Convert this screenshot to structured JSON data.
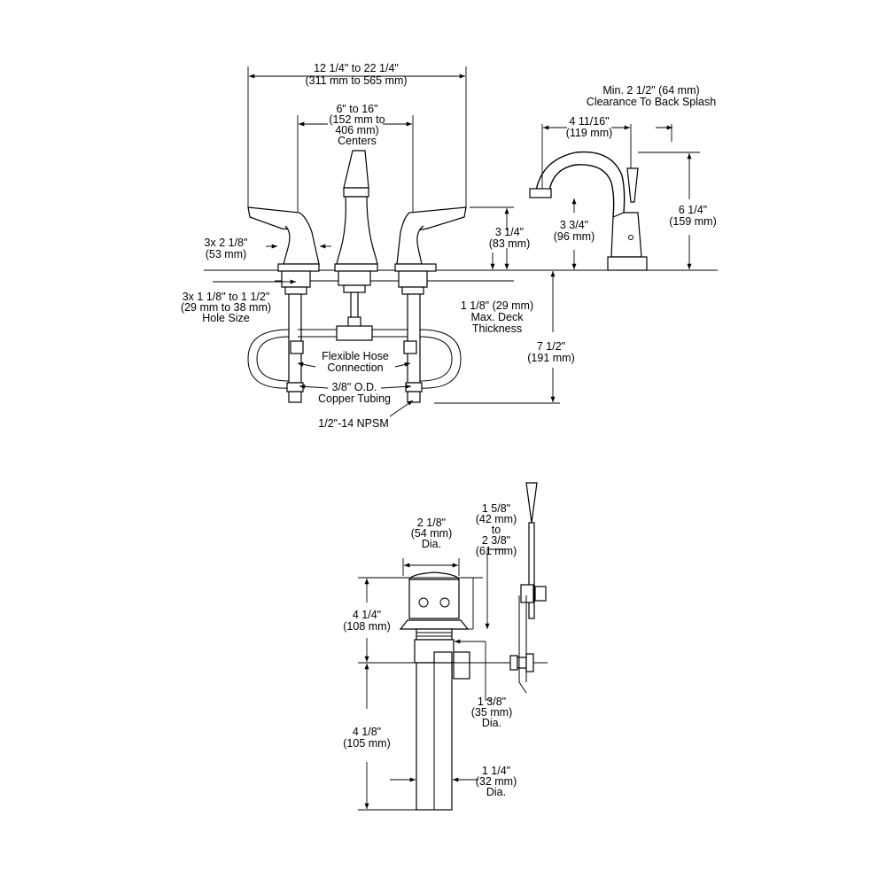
{
  "top_view": {
    "overall_width": [
      "12 1/4\" to 22 1/4\"",
      "(311 mm to 565 mm)"
    ],
    "centers": [
      "6\" to 16\"",
      "(152 mm to",
      "406 mm)",
      "Centers"
    ],
    "clearance": [
      "Min. 2 1/2\" (64 mm)",
      "Clearance To Back Splash"
    ],
    "reach": [
      "4 11/16\"",
      "(119 mm)"
    ],
    "handle_height": [
      "3 1/4\"",
      "(83 mm)"
    ],
    "spout_clearance": [
      "3 3/4\"",
      "(96 mm)"
    ],
    "spout_height": [
      "6 1/4\"",
      "(159 mm)"
    ],
    "escutcheon": [
      "3x 2 1/8\"",
      "(53 mm)"
    ],
    "hole_size": [
      "3x 1 1/8\" to 1 1/2\"",
      "(29 mm to 38 mm)",
      "Hole Size"
    ],
    "deck_thickness": [
      "1 1/8\" (29 mm)",
      "Max. Deck",
      "Thickness"
    ],
    "below_deck": [
      "7 1/2\"",
      "(191 mm)"
    ],
    "hose": [
      "Flexible Hose",
      "Connection"
    ],
    "tubing": [
      "3/8\" O.D.",
      "Copper Tubing"
    ],
    "npsm": "1/2\"-14 NPSM"
  },
  "drain_view": {
    "flange_dia": [
      "2 1/8\"",
      "(54 mm)",
      "Dia."
    ],
    "body_height": [
      "4 1/4\"",
      "(108 mm)"
    ],
    "tail_length": [
      "4 1/8\"",
      "(105 mm)"
    ],
    "range": [
      "1 5/8\"",
      "(42 mm)",
      "to",
      "2 3/8\"",
      "(61 mm)"
    ],
    "body_dia": [
      "1 3/8\"",
      "(35 mm)",
      "Dia."
    ],
    "tail_dia": [
      "1 1/4\"",
      "(32 mm)",
      "Dia."
    ]
  }
}
